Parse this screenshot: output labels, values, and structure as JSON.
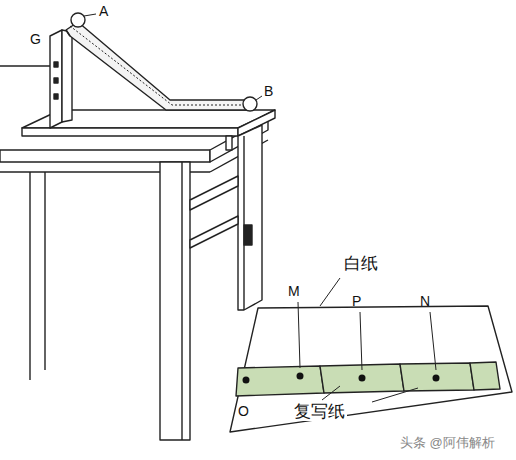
{
  "diagram": {
    "labels": [
      "G",
      "A",
      "B",
      "白纸",
      "M",
      "P",
      "N",
      "O",
      "复写纸",
      "头条 @阿伟解析"
    ]
  }
}
